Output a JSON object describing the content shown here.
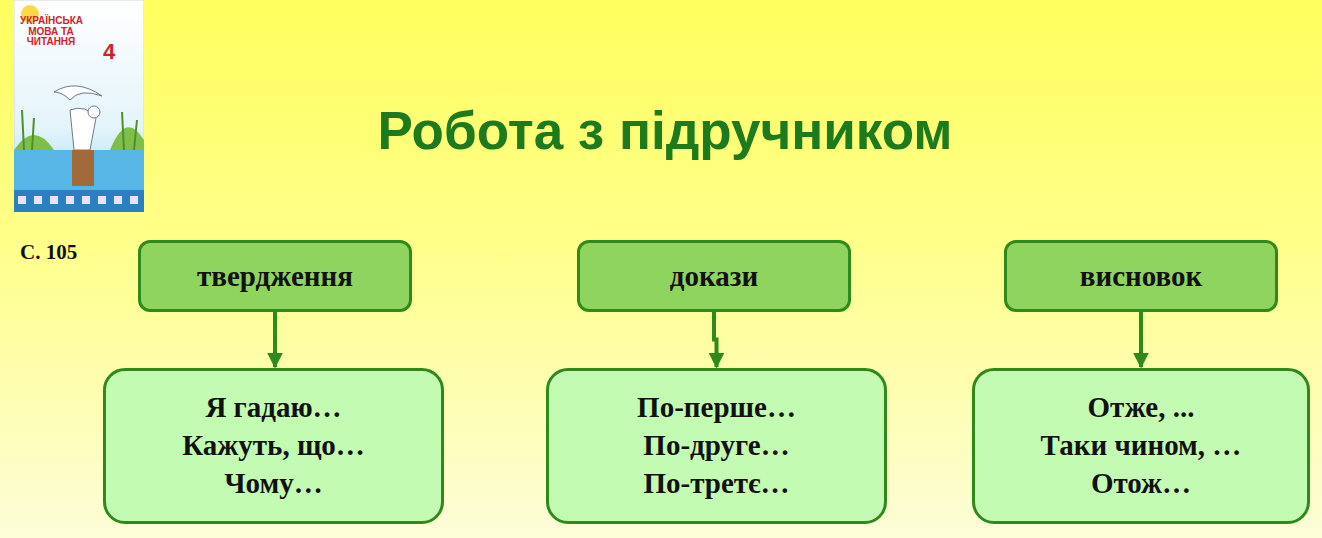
{
  "diagram": {
    "title": "Робота з підручником",
    "nodes": [
      {
        "text": [
          "твердження"
        ]
      },
      {
        "text": [
          "докази"
        ]
      },
      {
        "text": [
          "висновок"
        ]
      },
      {
        "text": [
          "Я гадаю…",
          "Кажуть, що…",
          "Чому…"
        ]
      },
      {
        "text": [
          "По-перше…",
          "По-друге…",
          "По-третє…"
        ]
      },
      {
        "text": [
          "Отже, ...",
          "Таки чином, …",
          "Отож…"
        ]
      }
    ],
    "edges": [
      {
        "from": 0,
        "to": 3,
        "arrow": "to"
      },
      {
        "from": 1,
        "to": 4,
        "arrow": "to"
      },
      {
        "from": 2,
        "to": 5,
        "arrow": "to"
      }
    ],
    "labels": [
      "УКРАЇНСЬКА МОВА ТА ЧИТАННЯ",
      "4",
      "С. 105"
    ]
  }
}
